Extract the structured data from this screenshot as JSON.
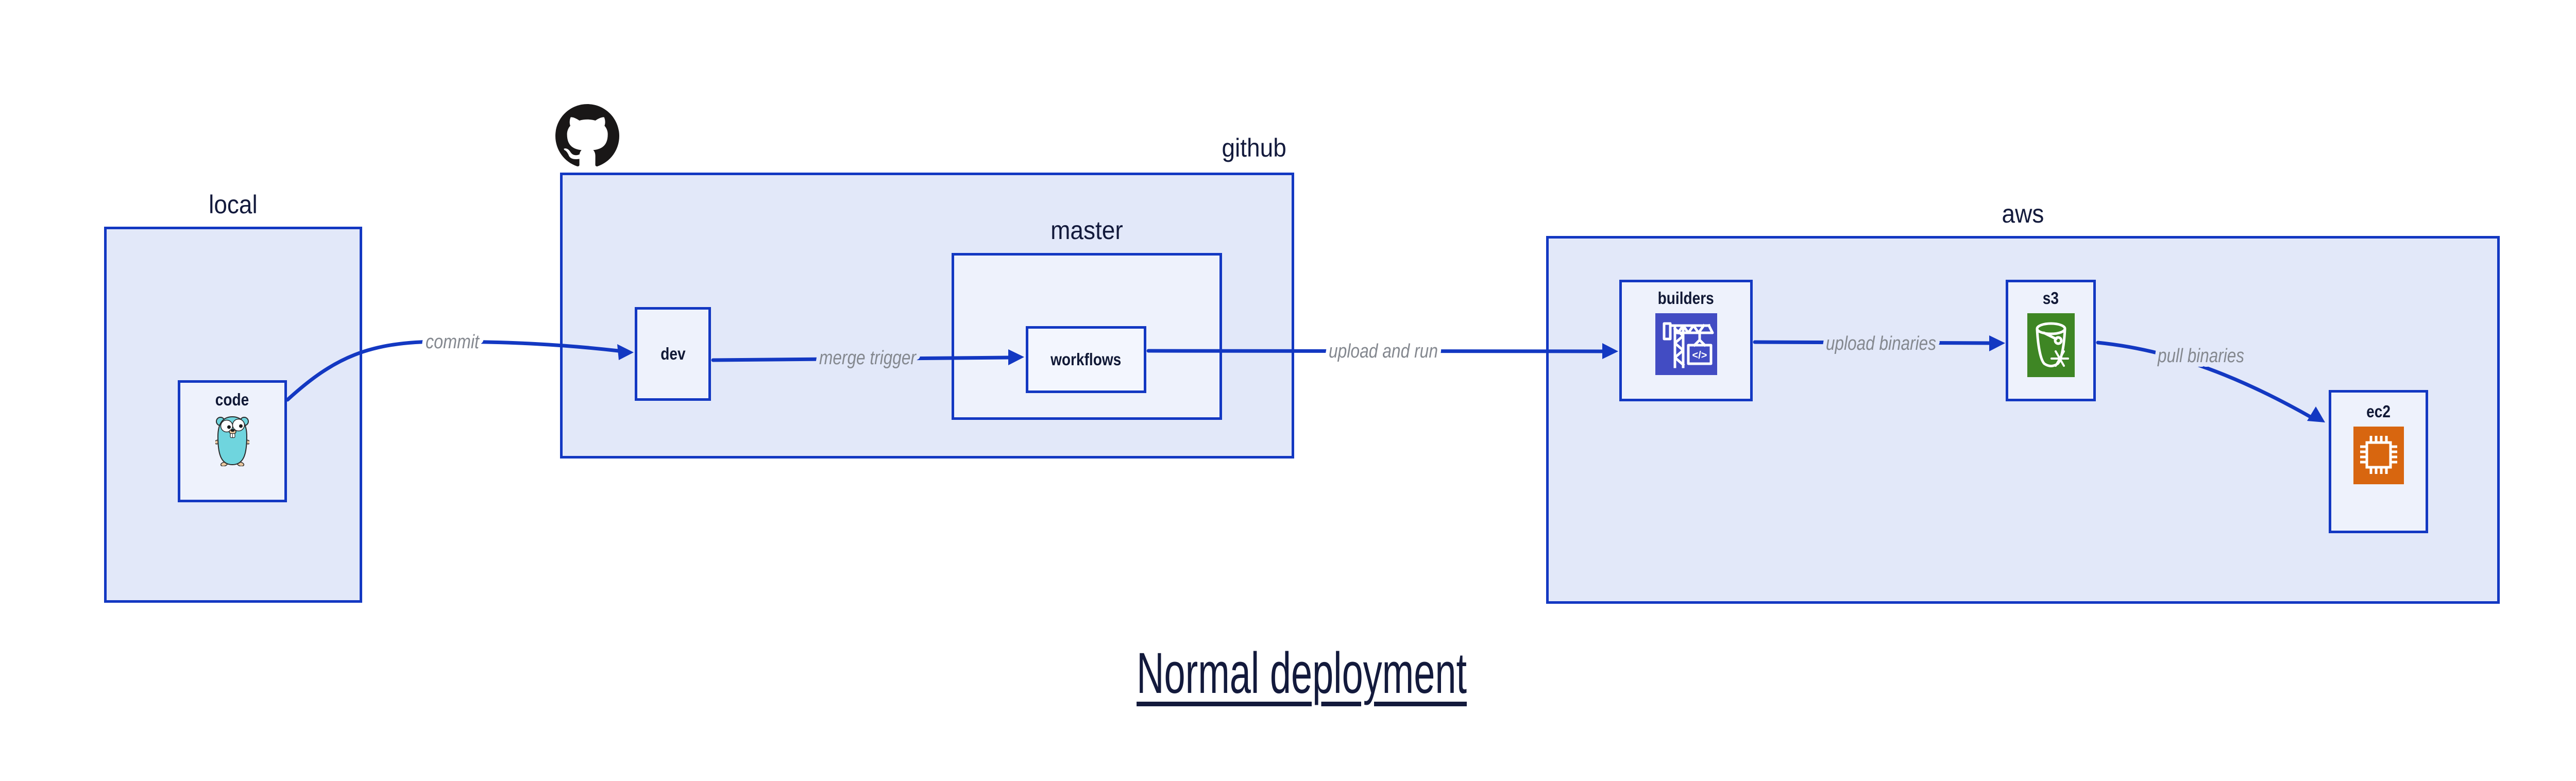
{
  "diagram": {
    "title": "Normal deployment",
    "groups": {
      "local": {
        "label": "local"
      },
      "github": {
        "label": "github"
      },
      "master": {
        "label": "master"
      },
      "aws": {
        "label": "aws"
      }
    },
    "nodes": {
      "code": {
        "label": "code",
        "icon": "gopher-icon"
      },
      "dev": {
        "label": "dev"
      },
      "workflows": {
        "label": "workflows"
      },
      "builders": {
        "label": "builders",
        "icon": "codebuild-crane-icon",
        "icon_code_glyph": "</>"
      },
      "s3": {
        "label": "s3",
        "icon": "s3-glacier-bucket-icon"
      },
      "ec2": {
        "label": "ec2",
        "icon": "ec2-chip-icon"
      }
    },
    "edges": [
      {
        "from": "code",
        "to": "dev",
        "label": "commit"
      },
      {
        "from": "dev",
        "to": "workflows",
        "label": "merge trigger"
      },
      {
        "from": "workflows",
        "to": "builders",
        "label": "upload and run"
      },
      {
        "from": "builders",
        "to": "s3",
        "label": "upload binaries"
      },
      {
        "from": "s3",
        "to": "ec2",
        "label": "pull binaries"
      }
    ],
    "colors": {
      "accent_blue": "#1338c2",
      "group_fill": "#e2e8f9",
      "master_fill": "#eef2fc",
      "node_fill": "#eef2fc",
      "workflows_fill": "#f3f6fe",
      "label_navy": "#131a3c",
      "edge_label_gray": "#84888f",
      "octocat_black": "#191717",
      "codebuild_indigo": "#424cc3",
      "s3_green": "#3e8624",
      "ec2_orange": "#d8660f",
      "gopher_teal": "#6fd5de",
      "gopher_tan": "#e9c79f"
    }
  }
}
